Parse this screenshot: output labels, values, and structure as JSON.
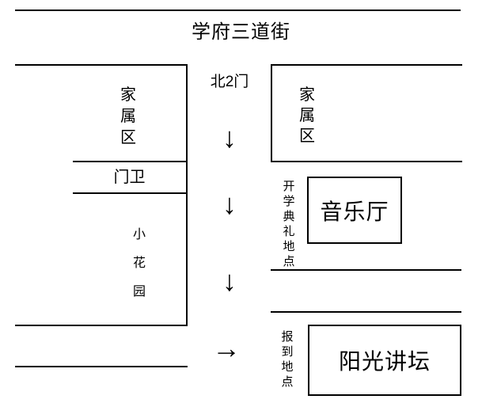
{
  "title": "学府三道街",
  "gate": {
    "label": "北2门"
  },
  "left_block": {
    "residential": "家属区",
    "guard": "门卫",
    "garden": "小花园"
  },
  "right_block": {
    "residential": "家属区"
  },
  "ceremony": {
    "note": "开学典礼地点",
    "venue": "音乐厅"
  },
  "registration": {
    "note": "报到地点",
    "venue": "阳光讲坛"
  },
  "symbols": {
    "arrow_down": "↓",
    "arrow_right": "→"
  },
  "colors": {
    "line": "#000000",
    "background": "#ffffff"
  }
}
